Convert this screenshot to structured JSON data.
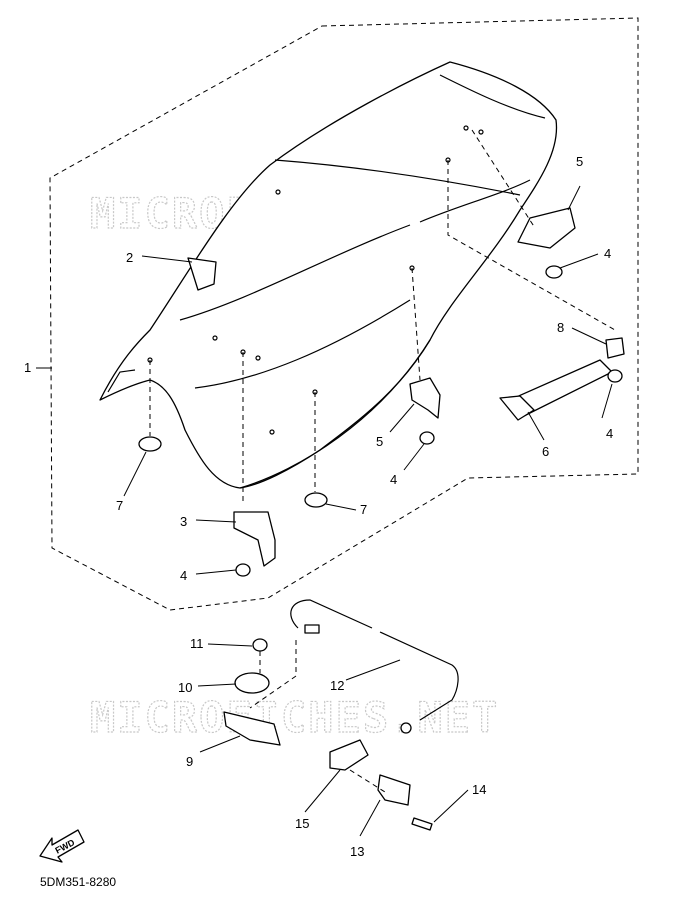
{
  "watermark": "MICROFICHES.NET",
  "diagram_code": "5DM351-8280",
  "fwd_label": "FWD",
  "callouts": [
    {
      "id": "c1",
      "label": "1"
    },
    {
      "id": "c2",
      "label": "2"
    },
    {
      "id": "c3",
      "label": "3"
    },
    {
      "id": "c4a",
      "label": "4"
    },
    {
      "id": "c4b",
      "label": "4"
    },
    {
      "id": "c4c",
      "label": "4"
    },
    {
      "id": "c4d",
      "label": "4"
    },
    {
      "id": "c5a",
      "label": "5"
    },
    {
      "id": "c5b",
      "label": "5"
    },
    {
      "id": "c6",
      "label": "6"
    },
    {
      "id": "c7a",
      "label": "7"
    },
    {
      "id": "c7b",
      "label": "7"
    },
    {
      "id": "c8",
      "label": "8"
    },
    {
      "id": "c9",
      "label": "9"
    },
    {
      "id": "c10",
      "label": "10"
    },
    {
      "id": "c11",
      "label": "11"
    },
    {
      "id": "c12",
      "label": "12"
    },
    {
      "id": "c13",
      "label": "13"
    },
    {
      "id": "c14",
      "label": "14"
    },
    {
      "id": "c15",
      "label": "15"
    }
  ]
}
